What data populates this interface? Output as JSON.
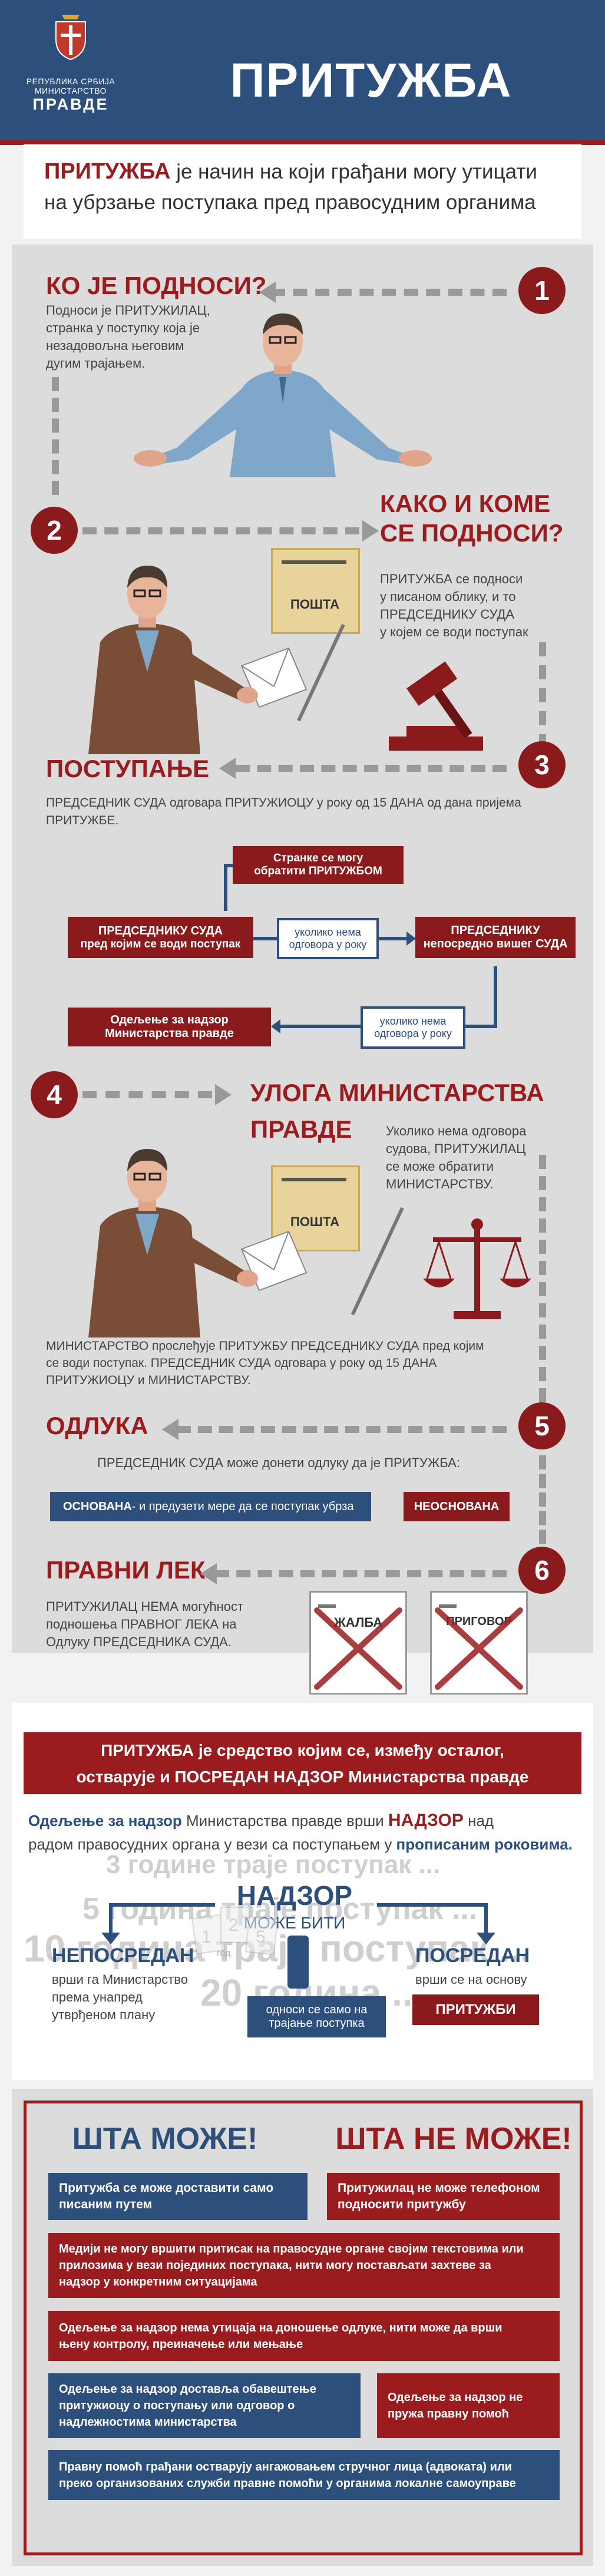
{
  "header": {
    "org_small_1": "РЕПУБЛИКА СРБИЈА",
    "org_small_2": "МИНИСТАРСТВО",
    "org_big": "ПРАВДЕ",
    "title": "ПРИТУЖБА"
  },
  "intro": {
    "lead": "ПРИТУЖБА",
    "rest1": " је начин на који грађани могу утицати",
    "line2": "на убрзање поступака пред правосудним органима"
  },
  "step1": {
    "number": "1",
    "heading": "КО ЈЕ ПОДНОСИ?",
    "text": [
      "Подноси је ПРИТУЖИЛАЦ,",
      "странка у поступку која је",
      "незадовољна његовим",
      "дугим трајањем."
    ]
  },
  "step2": {
    "number": "2",
    "heading1": "КАКО И КОМЕ",
    "heading2": "СЕ ПОДНОСИ?",
    "mailbox_label": "ПОШТА",
    "text": [
      "ПРИТУЖБА се подноси",
      "у писаном облику, и то",
      "ПРЕДСЕДНИКУ СУДА",
      "у којем се води поступак"
    ]
  },
  "step3": {
    "number": "3",
    "heading": "ПОСТУПАЊЕ",
    "text": [
      "ПРЕДСЕДНИК СУДА одговара ПРИТУЖИОЦУ у року од 15 ДАНА од дана пријема",
      "ПРИТУЖБЕ."
    ],
    "flow": {
      "parties": [
        "Странке се могу",
        "обратити ПРИТУЖБОМ"
      ],
      "court": [
        "ПРЕДСЕДНИКУ СУДА",
        "пред којим се води поступак"
      ],
      "no_answer_1": [
        "уколико нема",
        "одговора у року"
      ],
      "higher": [
        "ПРЕДСЕДНИКУ",
        "непосредно вишег СУДА"
      ],
      "no_answer_2": [
        "уколико нема",
        "одговора у року"
      ],
      "supervision": [
        "Одељење за надзор",
        "Министарства правде"
      ]
    }
  },
  "step4": {
    "number": "4",
    "heading1": "УЛОГА МИНИСТАРСТВА",
    "heading2": "ПРАВДЕ",
    "mailbox_label": "ПОШТА",
    "side_text": [
      "Уколико нема одговора",
      "судова, ПРИТУЖИЛАЦ",
      "се може обратити",
      "МИНИСТАРСТВУ."
    ],
    "text": [
      "МИНИСТАРСТВО прослеђује ПРИТУЖБУ ПРЕДСЕДНИКУ СУДА пред којим",
      "се води поступак. ПРЕДСЕДНИК СУДА одговара у року од 15 ДАНА",
      "ПРИТУЖИОЦУ и МИНИСТАРСТВУ."
    ]
  },
  "step5": {
    "number": "5",
    "heading": "ОДЛУКА",
    "text": "ПРЕДСЕДНИК СУДА може донети одлуку да је ПРИТУЖБА:",
    "founded_bold": "ОСНОВАНА",
    "founded_rest": " - и предузети мере да се поступак убрза",
    "unfounded": "НЕОСНОВАНА"
  },
  "step6": {
    "number": "6",
    "heading": "ПРАВНИ ЛЕК",
    "text": [
      "ПРИТУЖИЛАЦ НЕМА могућност",
      "подношења ПРАВНОГ ЛЕКА на",
      "Одлуку ПРЕДСЕДНИКА СУДА."
    ],
    "doc1": "ЖАЛБА",
    "doc2": "ПРИГОВОР"
  },
  "section2": {
    "banner": [
      "ПРИТУЖБА је средство којим се, између осталог,",
      "остварује и ПОСРЕДАН НАДЗОР Министарства правде"
    ],
    "para1_bold": "Одељење за надзор",
    "para1_mid": " Министарства правде врши ",
    "para1_red": "НАДЗОР",
    "para1_end": " над",
    "para2_start": "радом правосудних органа у вези са поступањем у ",
    "para2_bold": "прописаним роковима.",
    "ghost1": "3 године траје поступак ...",
    "ghost2": "5 година траје поступак ...",
    "ghost3": "10 година траје поступак ...",
    "ghost4": "20 година ...",
    "center_title": "НАДЗОР",
    "center_sub": "МОЖЕ БИТИ",
    "left_title": "НЕПОСРЕДАН",
    "left_text": [
      "врши га Министарство",
      "према унапред",
      "утврђеном плану"
    ],
    "right_title": "ПОСРЕДАН",
    "right_text": "врши се на основу",
    "right_box": "ПРИТУЖБИ",
    "middle_box": [
      "односи се само на",
      "трајање поступка"
    ],
    "cal_text": "год."
  },
  "section3": {
    "can": "ШТА МОЖЕ!",
    "cannot": "ШТА НЕ МОЖЕ!",
    "tile1": [
      "Притужба се може доставити само",
      "писаним путем"
    ],
    "tile2": [
      "Притужилац не може телефоном",
      "подносити притужбу"
    ],
    "tile3": [
      "Медији не могу вршити притисак на правосудне органе својим текстовима или",
      "прилозима у вези појединих поступака, нити могу постављати захтеве за",
      "надзор у конкретним ситуацијама"
    ],
    "tile4": [
      "Одељење за надзор нема утицаја на доношење одлуке, нити може  да врши",
      "њену контролу, преиначење или мењање"
    ],
    "tile5": [
      "Одељење за надзор  доставља обавештење",
      "притужиоцу о поступању или одговор о",
      "надлежностима министарства"
    ],
    "tile6": [
      "Одељење за надзор не",
      "пружа правну помоћ"
    ],
    "tile7": [
      "Правну помоћ грађани остварују ангажовањем стручног лица (адвоката) или",
      "преко организованих служби правне помоћи у органима локалне самоуправе"
    ]
  },
  "colors": {
    "red": "#9b1c1f",
    "blue": "#2c4f7c",
    "gray": "#dcdcdc"
  }
}
